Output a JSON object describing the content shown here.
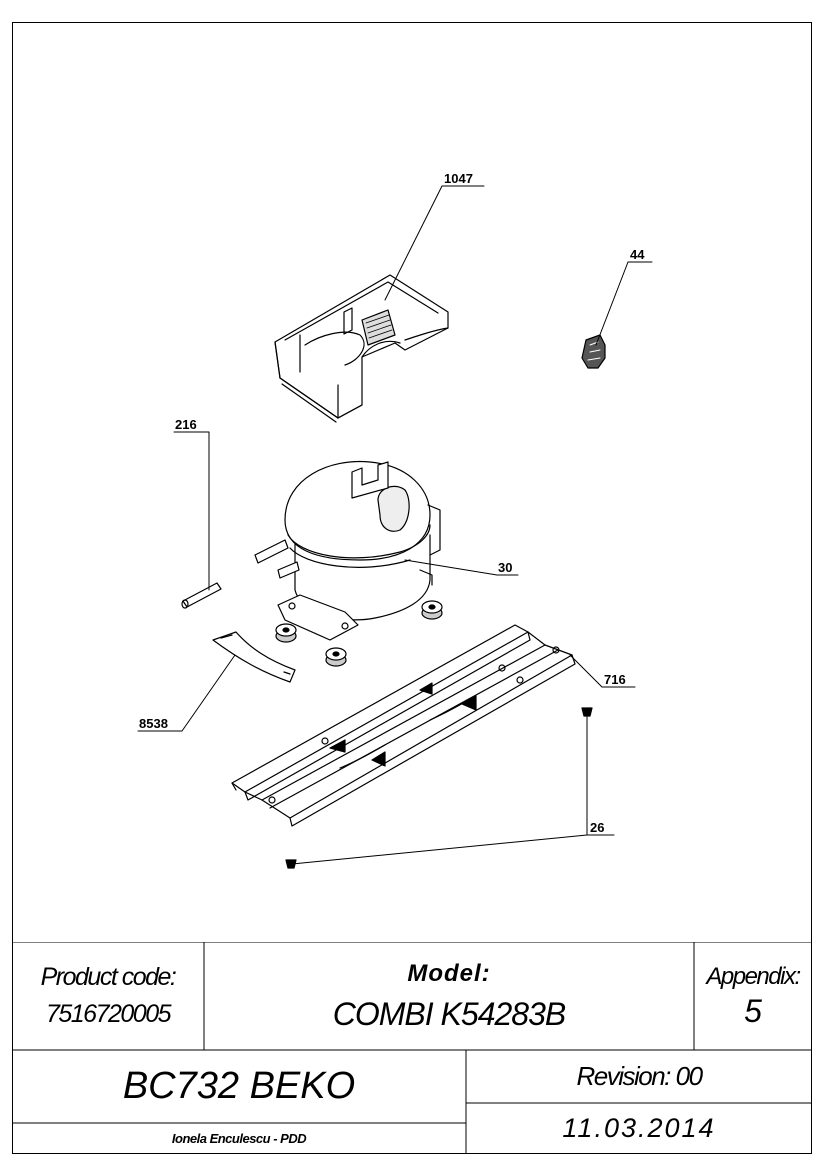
{
  "drawing": {
    "callouts": [
      {
        "id": "1047",
        "label": "1047"
      },
      {
        "id": "44",
        "label": "44"
      },
      {
        "id": "216",
        "label": "216"
      },
      {
        "id": "30",
        "label": "30"
      },
      {
        "id": "716",
        "label": "716"
      },
      {
        "id": "8538",
        "label": "8538"
      },
      {
        "id": "26",
        "label": "26"
      }
    ]
  },
  "title_block": {
    "product_code_label": "Product code:",
    "product_code": "7516720005",
    "model_label": "Model:",
    "model": "COMBI K54283B",
    "appendix_label": "Appendix:",
    "appendix": "5",
    "brand_code": "BC732 BEKO",
    "revision": "Revision: 00",
    "date": "11.03.2014",
    "author": "Ionela Enculescu - PDD"
  }
}
